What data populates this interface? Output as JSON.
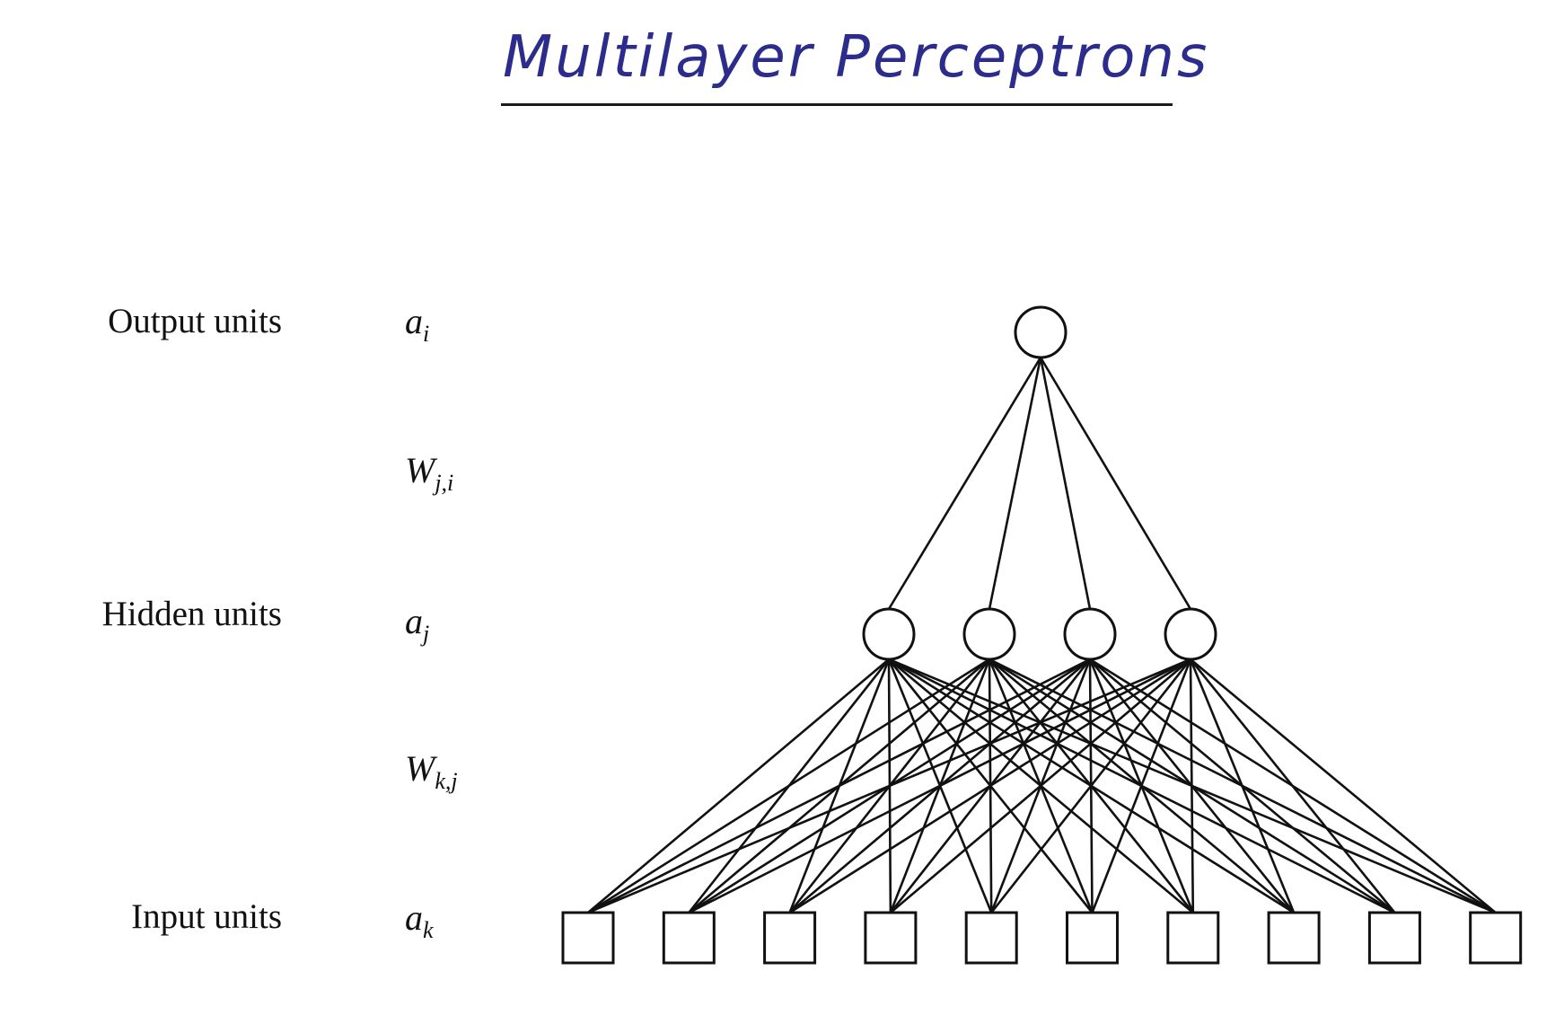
{
  "title": "Multilayer Perceptrons",
  "layers": {
    "output": {
      "label": "Output units",
      "symbol": "a",
      "subscript": "i",
      "count": 1
    },
    "hidden": {
      "label": "Hidden units",
      "symbol": "a",
      "subscript": "j",
      "count": 4
    },
    "input": {
      "label": "Input units",
      "symbol": "a",
      "subscript": "k",
      "count": 10
    }
  },
  "weights": {
    "hidden_to_output": {
      "symbol": "W",
      "subscript": "j,i"
    },
    "input_to_hidden": {
      "symbol": "W",
      "subscript": "k,j"
    }
  },
  "colors": {
    "title": "#2c2c8c",
    "ink": "#111111"
  }
}
